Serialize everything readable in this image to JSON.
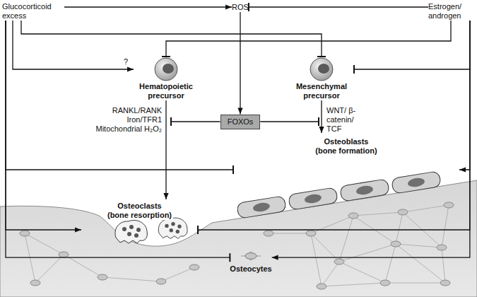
{
  "diagram": {
    "nodes": [
      {
        "text": [
          "Glucocorticoid excess"
        ]
      },
      {
        "text": [
          "ROS"
        ]
      },
      {
        "text": [
          "Estrogen/ androgen"
        ]
      },
      {
        "text": [
          "Hematopoietic precursor"
        ]
      },
      {
        "text": [
          "Mesenchymal precursor"
        ]
      },
      {
        "text": [
          "FOXOs"
        ]
      },
      {
        "text": [
          "Osteoblasts (bone formation)"
        ]
      },
      {
        "text": [
          "Osteoclasts (bone resorption)"
        ]
      },
      {
        "text": [
          "Osteocytes"
        ]
      }
    ],
    "edges": [
      {
        "from": 0,
        "to": 1,
        "arrow": "to"
      },
      {
        "from": 2,
        "to": 1,
        "arrow": "to"
      },
      {
        "from": 1,
        "to": 5,
        "arrow": "to"
      },
      {
        "from": 0,
        "to": 3,
        "label": "?",
        "arrow": "to"
      },
      {
        "from": 0,
        "to": 4,
        "arrow": "to"
      },
      {
        "from": 2,
        "to": 3,
        "arrow": "to"
      },
      {
        "from": 2,
        "to": 4,
        "arrow": "to"
      },
      {
        "from": 5,
        "to": 7,
        "arrow": "to"
      },
      {
        "from": 5,
        "to": 6,
        "arrow": "to"
      },
      {
        "from": 3,
        "to": 7,
        "arrow": "to"
      },
      {
        "from": 4,
        "to": 6,
        "arrow": "to"
      },
      {
        "from": 0,
        "to": 6,
        "arrow": "to"
      },
      {
        "from": 2,
        "to": 6,
        "arrow": "to"
      },
      {
        "from": 0,
        "to": 7,
        "arrow": "to"
      },
      {
        "from": 2,
        "to": 7,
        "arrow": "to"
      },
      {
        "from": 0,
        "to": 8,
        "arrow": "to"
      },
      {
        "from": 2,
        "to": 8,
        "arrow": "to"
      }
    ],
    "labels": [
      "RANKL/RANK",
      "Iron/TFR1",
      "Mitochondrial H₂O₂",
      "WNT/ β-catenin/ TCF"
    ]
  }
}
